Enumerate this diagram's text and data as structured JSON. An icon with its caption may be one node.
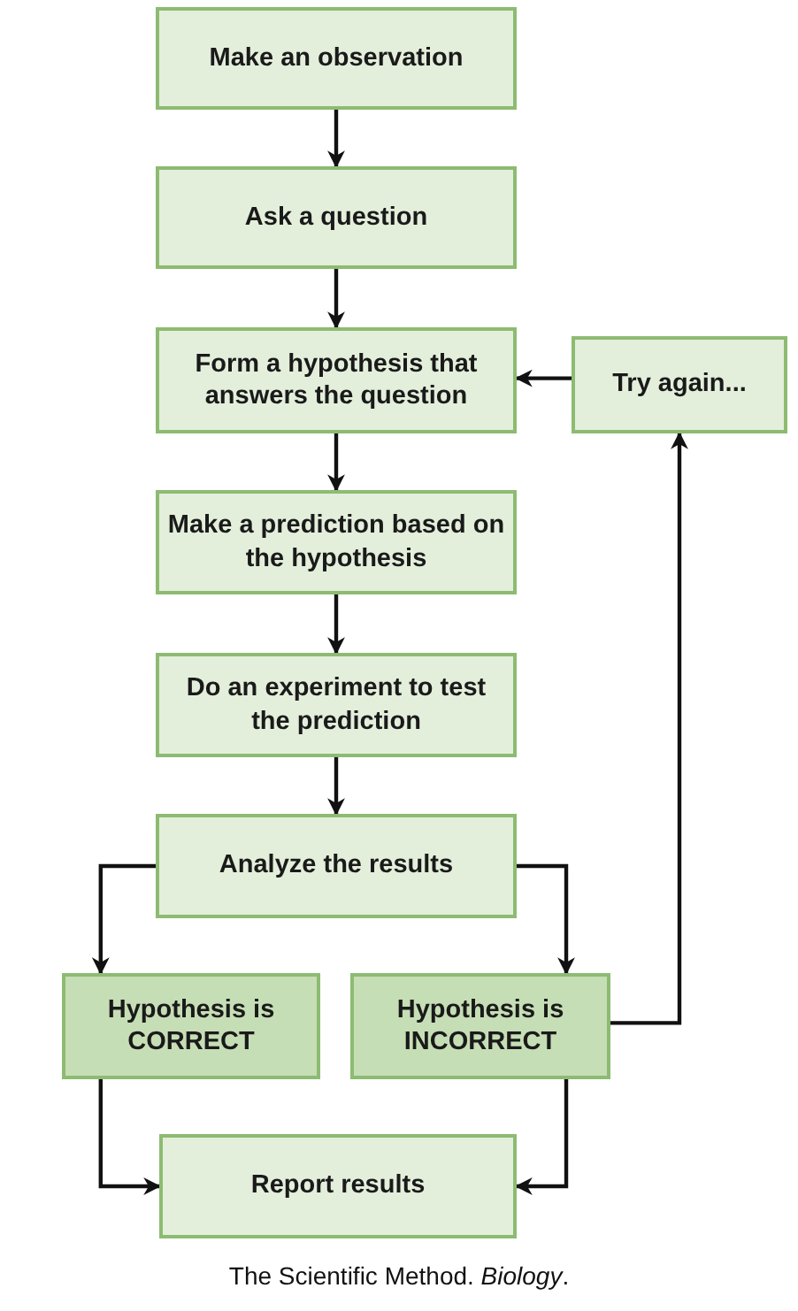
{
  "diagram": {
    "caption": "The Scientific Method. *Biology*.",
    "nodes": [
      {
        "text": [
          "Make an observation"
        ]
      },
      {
        "text": [
          "Ask a question"
        ]
      },
      {
        "text": [
          "Form a hypothesis that answers the question"
        ]
      },
      {
        "text": [
          "Try again..."
        ]
      },
      {
        "text": [
          "Make a prediction based on the hypothesis"
        ]
      },
      {
        "text": [
          "Do an experiment to test the prediction"
        ]
      },
      {
        "text": [
          "Analyze the results"
        ]
      },
      {
        "text": [
          "Hypothesis is CORRECT"
        ]
      },
      {
        "text": [
          "Hypothesis is INCORRECT"
        ]
      },
      {
        "text": [
          "Report results"
        ]
      }
    ],
    "edges": [
      {
        "from": 0,
        "to": 1,
        "arrow": "to"
      },
      {
        "from": 1,
        "to": 2,
        "arrow": "to"
      },
      {
        "from": 3,
        "to": 2,
        "arrow": "to"
      },
      {
        "from": 2,
        "to": 4,
        "arrow": "to"
      },
      {
        "from": 4,
        "to": 5,
        "arrow": "to"
      },
      {
        "from": 5,
        "to": 6,
        "arrow": "to"
      },
      {
        "from": 6,
        "to": 7,
        "arrow": "to"
      },
      {
        "from": 6,
        "to": 8,
        "arrow": "to"
      },
      {
        "from": 8,
        "to": 3,
        "arrow": "to"
      },
      {
        "from": 7,
        "to": 9,
        "arrow": "to"
      },
      {
        "from": 8,
        "to": 9,
        "arrow": "to"
      }
    ]
  }
}
